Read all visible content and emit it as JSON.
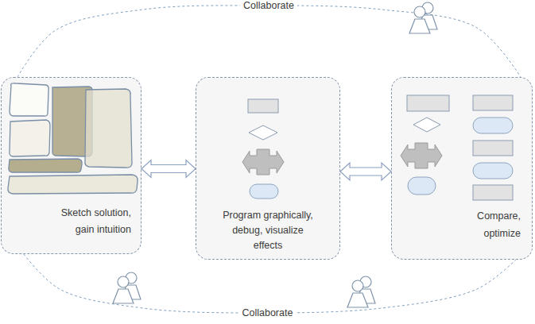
{
  "diagram": {
    "nodes": [
      {
        "text": [
          "Sketch solution, gain intuition"
        ]
      },
      {
        "text": [
          "Program graphically, debug, visualize effects"
        ]
      },
      {
        "text": [
          "Compare, optimize"
        ]
      }
    ],
    "edges": [
      {
        "from": 0,
        "to": 1,
        "arrow": "both"
      },
      {
        "from": 1,
        "to": 2,
        "arrow": "both"
      },
      {
        "from": 0,
        "to": 2,
        "arrow": "none",
        "label": "Collaborate"
      },
      {
        "from": 0,
        "to": 2,
        "arrow": "none",
        "label": "Collaborate"
      }
    ]
  }
}
